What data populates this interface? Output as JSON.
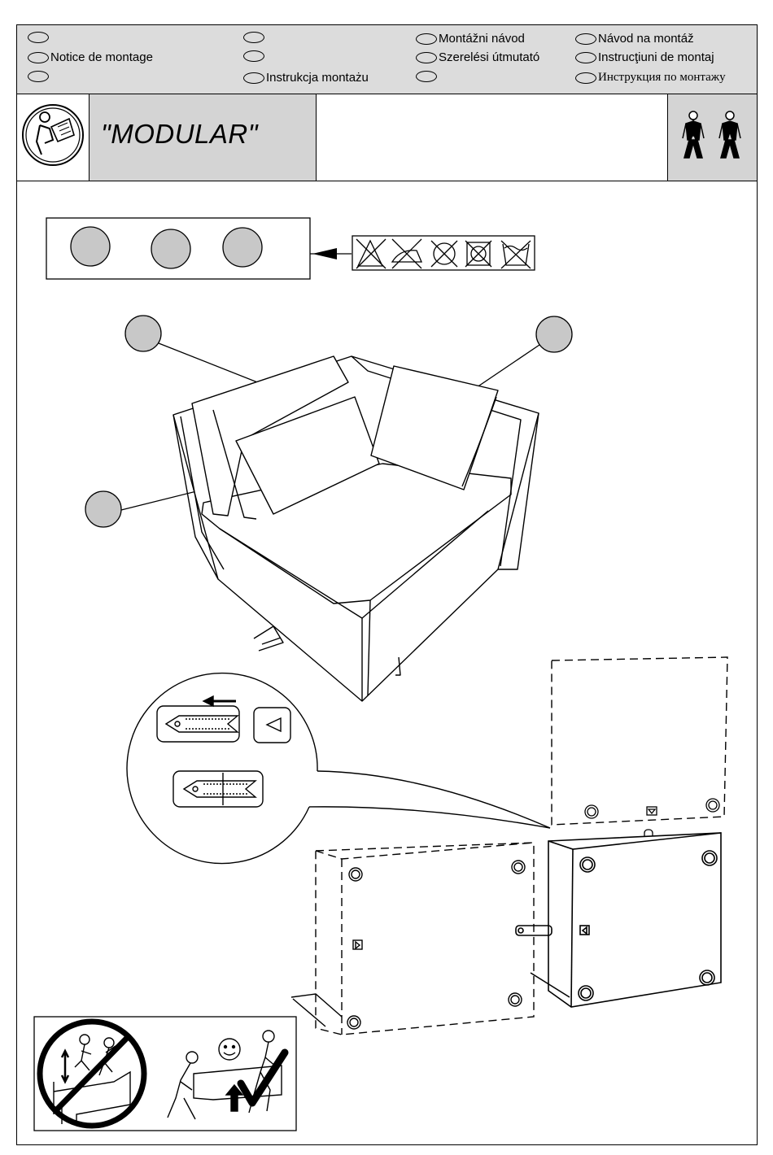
{
  "languages": [
    {
      "label": ""
    },
    {
      "label": "Notice de montage"
    },
    {
      "label": ""
    },
    {
      "label": ""
    },
    {
      "label": ""
    },
    {
      "label": "Instrukcja montażu"
    },
    {
      "label": "Montážni návod"
    },
    {
      "label": "Szerelési útmutató"
    },
    {
      "label": ""
    },
    {
      "label": "Návod na montáž"
    },
    {
      "label": "Instrucţiuni de montaj"
    },
    {
      "label": "Инструкция по монтажу"
    }
  ],
  "header": {
    "model_title": "\"MODULAR\"",
    "persons_required": 2
  },
  "care_symbols": [
    "no-bleach-icon",
    "no-iron-icon",
    "no-dry-clean-icon",
    "no-tumble-dry-icon",
    "no-wash-icon"
  ],
  "colors": {
    "header_band": "#dcdcdc",
    "title_cell": "#d4d4d4",
    "callout_circle": "#c8c8c8",
    "line": "#000000"
  }
}
